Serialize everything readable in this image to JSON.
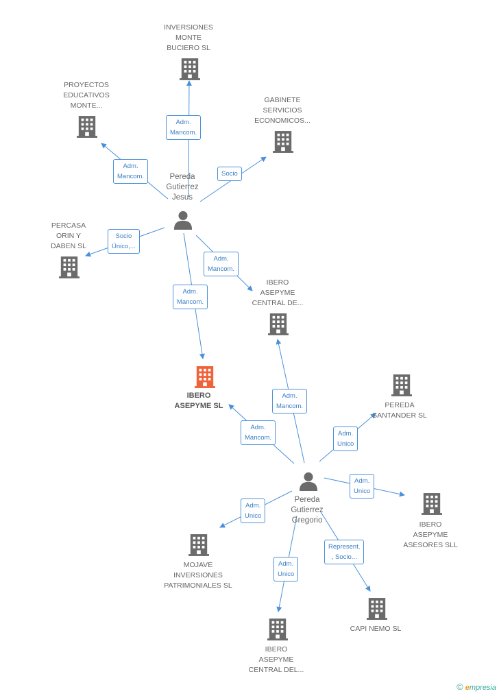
{
  "colors": {
    "edge": "#4a90d9",
    "company": "#6b6b6b",
    "company_main": "#f0623a",
    "person": "#6b6b6b"
  },
  "icons": {
    "company": "building-icon",
    "person": "person-icon"
  },
  "companies": [
    {
      "id": "inversiones_monte",
      "label": "INVERSIONES\nMONTE\nBUCIERO SL"
    },
    {
      "id": "proyectos",
      "label": "PROYECTOS\nEDUCATIVOS\nMONTE..."
    },
    {
      "id": "gabinete",
      "label": "GABINETE\nSERVICIOS\nECONOMICOS..."
    },
    {
      "id": "percasa",
      "label": "PERCASA\nORIN Y\nDABEN  SL"
    },
    {
      "id": "ibero_central_1",
      "label": "IBERO\nASEPYME\nCENTRAL DE..."
    },
    {
      "id": "ibero_main",
      "label": "IBERO\nASEPYME SL",
      "main": true
    },
    {
      "id": "pereda_santander",
      "label": "PEREDA\nSANTANDER SL"
    },
    {
      "id": "ibero_asesores",
      "label": "IBERO\nASEPYME\nASESORES SLL"
    },
    {
      "id": "mojave",
      "label": "MOJAVE\nINVERSIONES\nPATRIMONIALES SL"
    },
    {
      "id": "capi_nemo",
      "label": "CAPI NEMO SL"
    },
    {
      "id": "ibero_central_2",
      "label": "IBERO\nASEPYME\nCENTRAL DEL..."
    }
  ],
  "persons": [
    {
      "id": "jesus",
      "label": "Pereda\nGutierrez\nJesus"
    },
    {
      "id": "gregorio",
      "label": "Pereda\nGutierrez\nGregorio"
    }
  ],
  "edges": [
    {
      "from": "jesus",
      "to": "inversiones_monte",
      "label": "Adm.\nMancom."
    },
    {
      "from": "jesus",
      "to": "proyectos",
      "label": "Adm.\nMancom."
    },
    {
      "from": "jesus",
      "to": "gabinete",
      "label": "Socio"
    },
    {
      "from": "jesus",
      "to": "percasa",
      "label": "Socio\nÚnico,..."
    },
    {
      "from": "jesus",
      "to": "ibero_central_1",
      "label": "Adm.\nMancom."
    },
    {
      "from": "jesus",
      "to": "ibero_main",
      "label": "Adm.\nMancom."
    },
    {
      "from": "gregorio",
      "to": "ibero_central_1",
      "label": "Adm.\nMancom."
    },
    {
      "from": "gregorio",
      "to": "ibero_main",
      "label": "Adm.\nMancom."
    },
    {
      "from": "gregorio",
      "to": "pereda_santander",
      "label": "Adm.\nUnico"
    },
    {
      "from": "gregorio",
      "to": "ibero_asesores",
      "label": "Adm.\nUnico"
    },
    {
      "from": "gregorio",
      "to": "mojave",
      "label": "Adm.\nUnico"
    },
    {
      "from": "gregorio",
      "to": "capi_nemo",
      "label": "Represent.\n, Socio..."
    },
    {
      "from": "gregorio",
      "to": "ibero_central_2",
      "label": "Adm.\nUnico"
    }
  ],
  "footer": {
    "copyright": "©",
    "brand_e": "e",
    "brand_rest": "mpresia"
  }
}
